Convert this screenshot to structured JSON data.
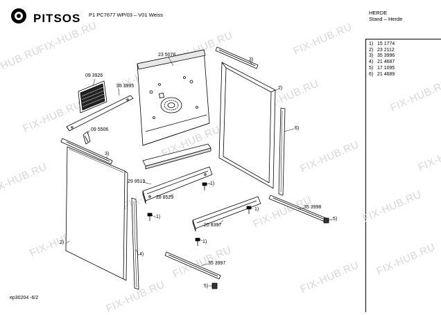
{
  "header": {
    "brand": "PITSOS",
    "model": "P1 PC7677 WP/03 – V01 Weiss",
    "group": "HERDE",
    "subgroup": "Stand – Herde"
  },
  "parts_list": [
    {
      "num": "1)",
      "code": "15 1774"
    },
    {
      "num": "2)",
      "code": "23 2112"
    },
    {
      "num": "3)",
      "code": "35 3996"
    },
    {
      "num": "4)",
      "code": "21 4687"
    },
    {
      "num": "5)",
      "code": "17 1095"
    },
    {
      "num": "6)",
      "code": "21 4689"
    }
  ],
  "labels": {
    "l_235078": "23 5078",
    "l_093926": "09 3926",
    "l_353995": "35 3995",
    "l_095506": "09 5506",
    "l_3a": "3)",
    "l_3b": "3)",
    "l_2a": "2)",
    "l_2b": "2)",
    "l_6": "6)",
    "l_4": "4)",
    "l_295519": "29 9519",
    "l_288529": "28 8529",
    "l_1a": "1)",
    "l_1b": "1)",
    "l_1c": "1)",
    "l_1d": "1)",
    "l_208397": "20 8397",
    "l_353998": "35 3998",
    "l_5a": "5)",
    "l_353997": "35 3997",
    "l_5b": "5)"
  },
  "watermark": "FIX-HUB.RU",
  "footer": "ep30204 -6/2"
}
